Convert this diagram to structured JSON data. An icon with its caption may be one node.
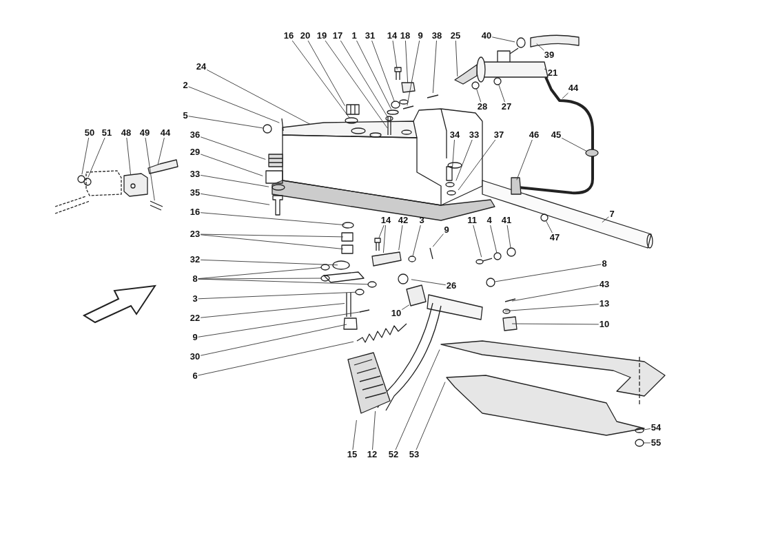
{
  "diagram": {
    "nodes": [
      {
        "text": [
          "24"
        ]
      },
      {
        "text": [
          "2"
        ]
      },
      {
        "text": [
          "5"
        ]
      },
      {
        "text": [
          "36"
        ]
      },
      {
        "text": [
          "29"
        ]
      },
      {
        "text": [
          "33"
        ]
      },
      {
        "text": [
          "35"
        ]
      },
      {
        "text": [
          "16"
        ]
      },
      {
        "text": [
          "23"
        ]
      },
      {
        "text": [
          "32"
        ]
      },
      {
        "text": [
          "8"
        ]
      },
      {
        "text": [
          "3"
        ]
      },
      {
        "text": [
          "22"
        ]
      },
      {
        "text": [
          "9"
        ]
      },
      {
        "text": [
          "30"
        ]
      },
      {
        "text": [
          "6"
        ]
      },
      {
        "text": [
          "16"
        ]
      },
      {
        "text": [
          "20"
        ]
      },
      {
        "text": [
          "19"
        ]
      },
      {
        "text": [
          "17"
        ]
      },
      {
        "text": [
          "1"
        ]
      },
      {
        "text": [
          "31"
        ]
      },
      {
        "text": [
          "14"
        ]
      },
      {
        "text": [
          "18"
        ]
      },
      {
        "text": [
          "9"
        ]
      },
      {
        "text": [
          "38"
        ]
      },
      {
        "text": [
          "25"
        ]
      },
      {
        "text": [
          "40"
        ]
      },
      {
        "text": [
          "39"
        ]
      },
      {
        "text": [
          "21"
        ]
      },
      {
        "text": [
          "44"
        ]
      },
      {
        "text": [
          "28"
        ]
      },
      {
        "text": [
          "27"
        ]
      },
      {
        "text": [
          "50"
        ]
      },
      {
        "text": [
          "51"
        ]
      },
      {
        "text": [
          "48"
        ]
      },
      {
        "text": [
          "49"
        ]
      },
      {
        "text": [
          "44"
        ]
      },
      {
        "text": [
          "34"
        ]
      },
      {
        "text": [
          "33"
        ]
      },
      {
        "text": [
          "37"
        ]
      },
      {
        "text": [
          "46"
        ]
      },
      {
        "text": [
          "45"
        ]
      },
      {
        "text": [
          "7"
        ]
      },
      {
        "text": [
          "47"
        ]
      },
      {
        "text": [
          "14"
        ]
      },
      {
        "text": [
          "42"
        ]
      },
      {
        "text": [
          "3"
        ]
      },
      {
        "text": [
          "9"
        ]
      },
      {
        "text": [
          "11"
        ]
      },
      {
        "text": [
          "4"
        ]
      },
      {
        "text": [
          "41"
        ]
      },
      {
        "text": [
          "26"
        ]
      },
      {
        "text": [
          "8"
        ]
      },
      {
        "text": [
          "43"
        ]
      },
      {
        "text": [
          "13"
        ]
      },
      {
        "text": [
          "10"
        ]
      },
      {
        "text": [
          "10"
        ]
      },
      {
        "text": [
          "15"
        ]
      },
      {
        "text": [
          "12"
        ]
      },
      {
        "text": [
          "52"
        ]
      },
      {
        "text": [
          "53"
        ]
      },
      {
        "text": [
          "54"
        ]
      },
      {
        "text": [
          "55"
        ]
      }
    ],
    "edges": [
      {
        "from": 0,
        "to": null,
        "arrow": "none"
      },
      {
        "from": 1,
        "to": null,
        "arrow": "none"
      },
      {
        "from": 2,
        "to": null,
        "arrow": "none"
      },
      {
        "from": 3,
        "to": null,
        "arrow": "none"
      },
      {
        "from": 4,
        "to": null,
        "arrow": "none"
      },
      {
        "from": 5,
        "to": null,
        "arrow": "none"
      },
      {
        "from": 6,
        "to": null,
        "arrow": "none"
      },
      {
        "from": 7,
        "to": null,
        "arrow": "none"
      },
      {
        "from": 8,
        "to": null,
        "arrow": "none"
      },
      {
        "from": 8,
        "to": null,
        "arrow": "none"
      },
      {
        "from": 9,
        "to": null,
        "arrow": "none"
      },
      {
        "from": 10,
        "to": null,
        "arrow": "none"
      },
      {
        "from": 10,
        "to": null,
        "arrow": "none"
      },
      {
        "from": 10,
        "to": null,
        "arrow": "none"
      },
      {
        "from": 11,
        "to": null,
        "arrow": "none"
      },
      {
        "from": 12,
        "to": null,
        "arrow": "none"
      },
      {
        "from": 13,
        "to": null,
        "arrow": "none"
      },
      {
        "from": 14,
        "to": null,
        "arrow": "none"
      },
      {
        "from": 15,
        "to": null,
        "arrow": "none"
      },
      {
        "from": 16,
        "to": null,
        "arrow": "none"
      },
      {
        "from": 17,
        "to": null,
        "arrow": "none"
      },
      {
        "from": 18,
        "to": null,
        "arrow": "none"
      },
      {
        "from": 19,
        "to": null,
        "arrow": "none"
      },
      {
        "from": 20,
        "to": null,
        "arrow": "none"
      },
      {
        "from": 21,
        "to": null,
        "arrow": "none"
      },
      {
        "from": 22,
        "to": null,
        "arrow": "none"
      },
      {
        "from": 23,
        "to": null,
        "arrow": "none"
      },
      {
        "from": 24,
        "to": null,
        "arrow": "none"
      },
      {
        "from": 25,
        "to": null,
        "arrow": "none"
      },
      {
        "from": 26,
        "to": null,
        "arrow": "none"
      },
      {
        "from": 27,
        "to": null,
        "arrow": "none"
      },
      {
        "from": 28,
        "to": null,
        "arrow": "none"
      },
      {
        "from": 29,
        "to": null,
        "arrow": "none"
      },
      {
        "from": 30,
        "to": null,
        "arrow": "none"
      },
      {
        "from": 31,
        "to": null,
        "arrow": "none"
      },
      {
        "from": 32,
        "to": null,
        "arrow": "none"
      },
      {
        "from": 33,
        "to": null,
        "arrow": "none"
      },
      {
        "from": 34,
        "to": null,
        "arrow": "none"
      },
      {
        "from": 35,
        "to": null,
        "arrow": "none"
      },
      {
        "from": 36,
        "to": null,
        "arrow": "none"
      },
      {
        "from": 37,
        "to": null,
        "arrow": "none"
      },
      {
        "from": 38,
        "to": null,
        "arrow": "none"
      },
      {
        "from": 39,
        "to": null,
        "arrow": "none"
      },
      {
        "from": 40,
        "to": null,
        "arrow": "none"
      },
      {
        "from": 41,
        "to": null,
        "arrow": "none"
      },
      {
        "from": 42,
        "to": null,
        "arrow": "none"
      },
      {
        "from": 43,
        "to": null,
        "arrow": "none"
      },
      {
        "from": 44,
        "to": null,
        "arrow": "none"
      },
      {
        "from": 45,
        "to": null,
        "arrow": "none"
      },
      {
        "from": 45,
        "to": null,
        "arrow": "none"
      },
      {
        "from": 46,
        "to": null,
        "arrow": "none"
      },
      {
        "from": 47,
        "to": null,
        "arrow": "none"
      },
      {
        "from": 48,
        "to": null,
        "arrow": "none"
      },
      {
        "from": 49,
        "to": null,
        "arrow": "none"
      },
      {
        "from": 50,
        "to": null,
        "arrow": "none"
      },
      {
        "from": 51,
        "to": null,
        "arrow": "none"
      },
      {
        "from": 52,
        "to": null,
        "arrow": "none"
      },
      {
        "from": 53,
        "to": null,
        "arrow": "none"
      },
      {
        "from": 54,
        "to": null,
        "arrow": "none"
      },
      {
        "from": 55,
        "to": null,
        "arrow": "none"
      },
      {
        "from": 56,
        "to": null,
        "arrow": "none"
      },
      {
        "from": 57,
        "to": null,
        "arrow": "none"
      },
      {
        "from": 58,
        "to": null,
        "arrow": "none"
      },
      {
        "from": 59,
        "to": null,
        "arrow": "none"
      },
      {
        "from": 60,
        "to": null,
        "arrow": "none"
      },
      {
        "from": 61,
        "to": null,
        "arrow": "none"
      },
      {
        "from": 62,
        "to": null,
        "arrow": "none"
      },
      {
        "from": 63,
        "to": null,
        "arrow": "none"
      }
    ]
  }
}
